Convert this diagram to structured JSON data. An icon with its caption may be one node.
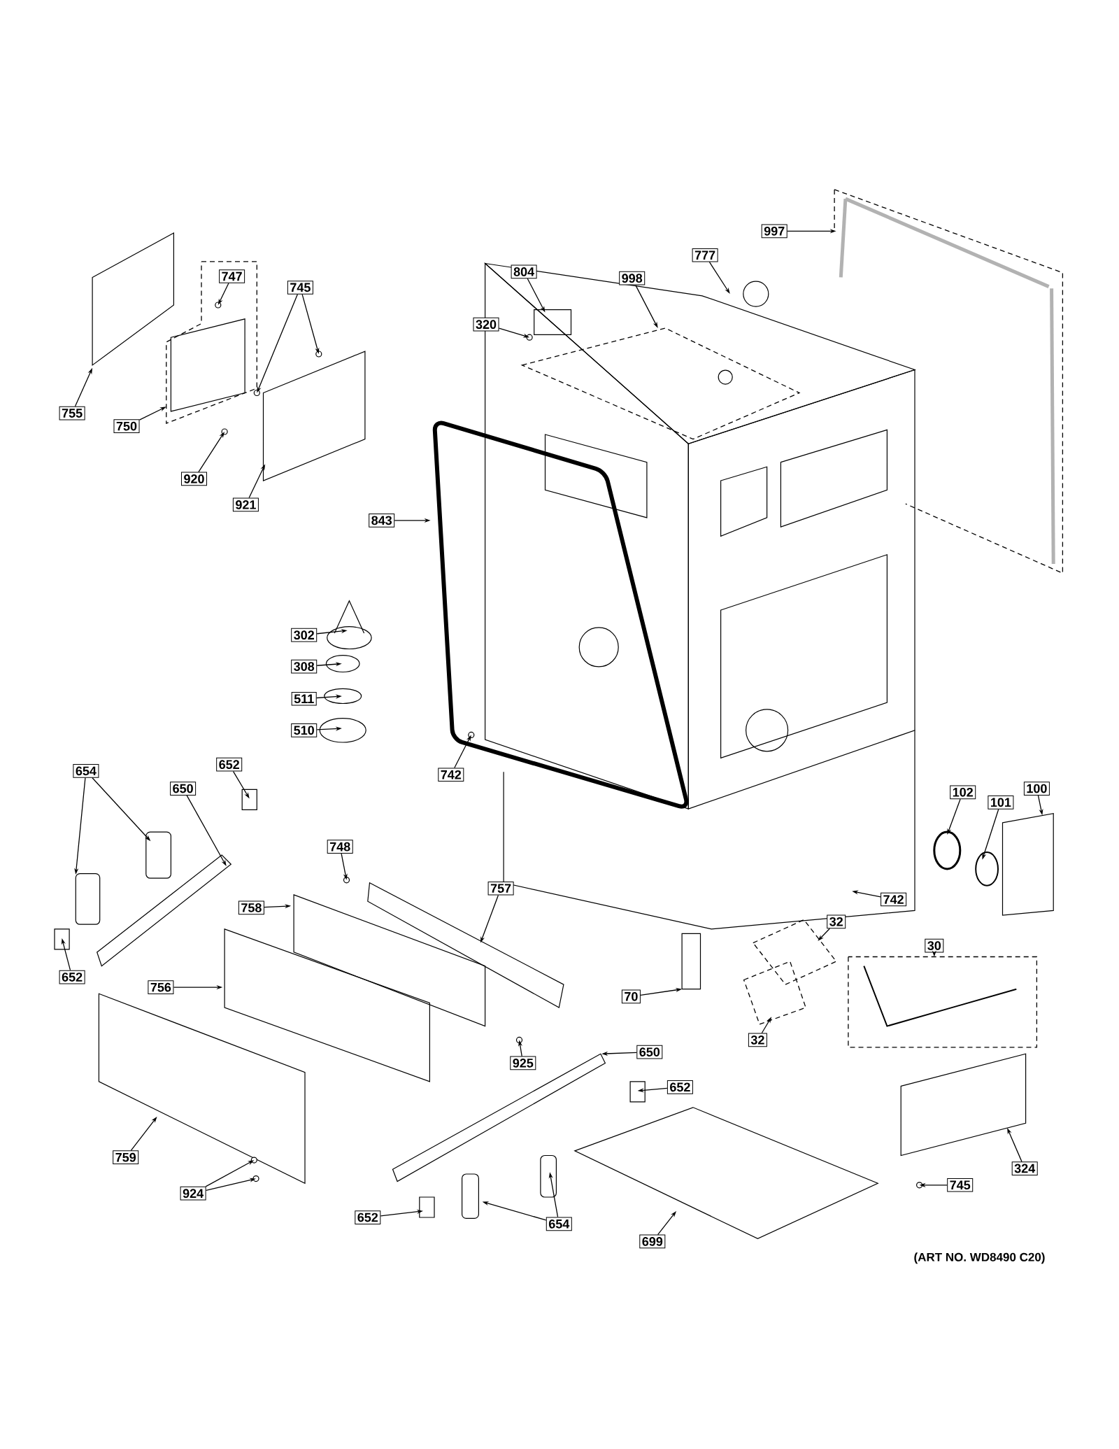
{
  "diagram": {
    "nodes": [
      {
        "text": [
          "997"
        ]
      },
      {
        "text": [
          "777"
        ]
      },
      {
        "text": [
          "804"
        ]
      },
      {
        "text": [
          "998"
        ]
      },
      {
        "text": [
          "747"
        ]
      },
      {
        "text": [
          "745"
        ]
      },
      {
        "text": [
          "320"
        ]
      },
      {
        "text": [
          "755"
        ]
      },
      {
        "text": [
          "750"
        ]
      },
      {
        "text": [
          "920"
        ]
      },
      {
        "text": [
          "921"
        ]
      },
      {
        "text": [
          "843"
        ]
      },
      {
        "text": [
          "302"
        ]
      },
      {
        "text": [
          "308"
        ]
      },
      {
        "text": [
          "511"
        ]
      },
      {
        "text": [
          "510"
        ]
      },
      {
        "text": [
          "742"
        ]
      },
      {
        "text": [
          "654"
        ]
      },
      {
        "text": [
          "652"
        ]
      },
      {
        "text": [
          "650"
        ]
      },
      {
        "text": [
          "102"
        ]
      },
      {
        "text": [
          "101"
        ]
      },
      {
        "text": [
          "100"
        ]
      },
      {
        "text": [
          "748"
        ]
      },
      {
        "text": [
          "757"
        ]
      },
      {
        "text": [
          "758"
        ]
      },
      {
        "text": [
          "742"
        ]
      },
      {
        "text": [
          "32"
        ]
      },
      {
        "text": [
          "30"
        ]
      },
      {
        "text": [
          "652"
        ]
      },
      {
        "text": [
          "756"
        ]
      },
      {
        "text": [
          "70"
        ]
      },
      {
        "text": [
          "32"
        ]
      },
      {
        "text": [
          "925"
        ]
      },
      {
        "text": [
          "650"
        ]
      },
      {
        "text": [
          "652"
        ]
      },
      {
        "text": [
          "759"
        ]
      },
      {
        "text": [
          "324"
        ]
      },
      {
        "text": [
          "924"
        ]
      },
      {
        "text": [
          "745"
        ]
      },
      {
        "text": [
          "652"
        ]
      },
      {
        "text": [
          "654"
        ]
      },
      {
        "text": [
          "699"
        ]
      }
    ],
    "edges": [
      {
        "from": 0,
        "to": null,
        "arrow": "to"
      },
      {
        "from": 1,
        "to": null,
        "arrow": "to"
      },
      {
        "from": 2,
        "to": null,
        "arrow": "to"
      },
      {
        "from": 3,
        "to": null,
        "arrow": "to"
      },
      {
        "from": 4,
        "to": null,
        "arrow": "to"
      },
      {
        "from": 5,
        "to": null,
        "arrow": "to"
      },
      {
        "from": 5,
        "to": null,
        "arrow": "to"
      },
      {
        "from": 6,
        "to": null,
        "arrow": "to"
      },
      {
        "from": 7,
        "to": null,
        "arrow": "to"
      },
      {
        "from": 8,
        "to": null,
        "arrow": "to"
      },
      {
        "from": 9,
        "to": null,
        "arrow": "to"
      },
      {
        "from": 10,
        "to": null,
        "arrow": "to"
      },
      {
        "from": 11,
        "to": null,
        "arrow": "to"
      },
      {
        "from": 12,
        "to": null,
        "arrow": "to"
      },
      {
        "from": 13,
        "to": null,
        "arrow": "to"
      },
      {
        "from": 14,
        "to": null,
        "arrow": "to"
      },
      {
        "from": 15,
        "to": null,
        "arrow": "to"
      },
      {
        "from": 16,
        "to": null,
        "arrow": "to"
      },
      {
        "from": 17,
        "to": null,
        "arrow": "to"
      },
      {
        "from": 17,
        "to": null,
        "arrow": "to"
      },
      {
        "from": 18,
        "to": null,
        "arrow": "to"
      },
      {
        "from": 19,
        "to": null,
        "arrow": "to"
      },
      {
        "from": 20,
        "to": null,
        "arrow": "to"
      },
      {
        "from": 21,
        "to": null,
        "arrow": "to"
      },
      {
        "from": 22,
        "to": null,
        "arrow": "to"
      },
      {
        "from": 23,
        "to": null,
        "arrow": "to"
      },
      {
        "from": 24,
        "to": null,
        "arrow": "to"
      },
      {
        "from": 25,
        "to": null,
        "arrow": "to"
      },
      {
        "from": 26,
        "to": null,
        "arrow": "to"
      },
      {
        "from": 27,
        "to": null,
        "arrow": "to"
      },
      {
        "from": 28,
        "to": null,
        "arrow": "to"
      },
      {
        "from": 29,
        "to": null,
        "arrow": "to"
      },
      {
        "from": 30,
        "to": null,
        "arrow": "to"
      },
      {
        "from": 31,
        "to": null,
        "arrow": "to"
      },
      {
        "from": 32,
        "to": null,
        "arrow": "to"
      },
      {
        "from": 33,
        "to": null,
        "arrow": "to"
      },
      {
        "from": 34,
        "to": null,
        "arrow": "to"
      },
      {
        "from": 35,
        "to": null,
        "arrow": "to"
      },
      {
        "from": 36,
        "to": null,
        "arrow": "to"
      },
      {
        "from": 37,
        "to": null,
        "arrow": "to"
      },
      {
        "from": 38,
        "to": null,
        "arrow": "to"
      },
      {
        "from": 38,
        "to": null,
        "arrow": "to"
      },
      {
        "from": 39,
        "to": null,
        "arrow": "to"
      },
      {
        "from": 40,
        "to": null,
        "arrow": "to"
      },
      {
        "from": 41,
        "to": null,
        "arrow": "to"
      },
      {
        "from": 41,
        "to": null,
        "arrow": "to"
      },
      {
        "from": 42,
        "to": null,
        "arrow": "to"
      }
    ],
    "labels": [
      "(ART NO. WD8490 C20)"
    ]
  }
}
